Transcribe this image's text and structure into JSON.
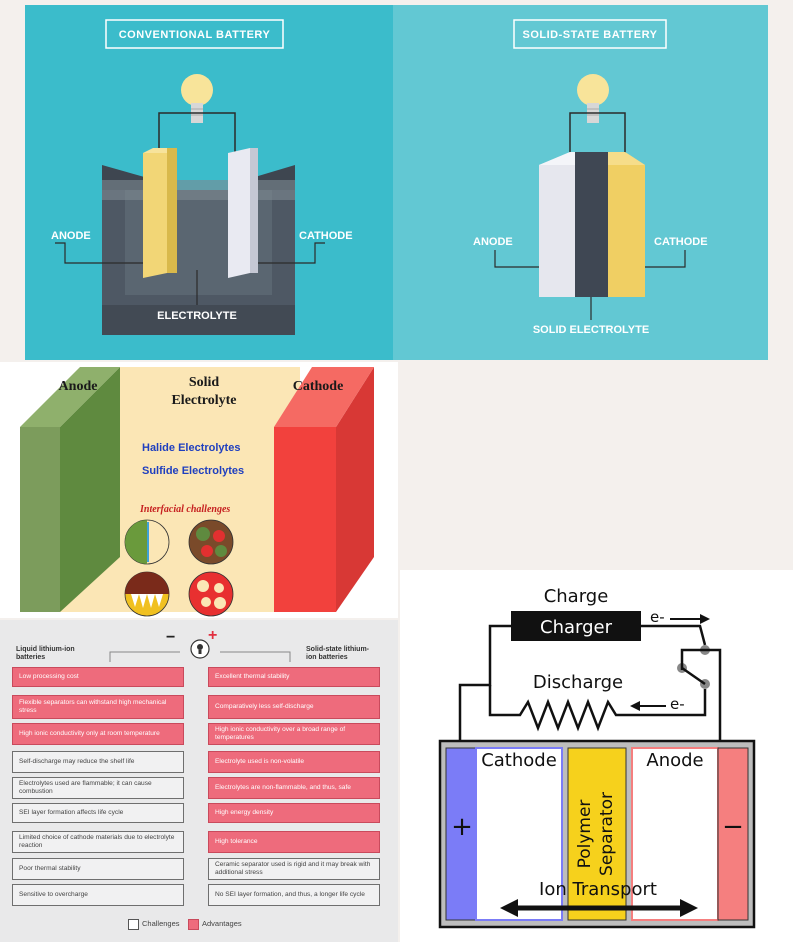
{
  "conventional": {
    "title": "CONVENTIONAL BATTERY",
    "anode": "ANODE",
    "cathode": "CATHODE",
    "electrolyte": "ELECTROLYTE"
  },
  "solid_state": {
    "title": "SOLID-STATE BATTERY",
    "anode": "ANODE",
    "cathode": "CATHODE",
    "electrolyte": "SOLID ELECTROLYTE"
  },
  "interface": {
    "anode": "Anode",
    "solid": "Solid",
    "electrolyte": "Electrolyte",
    "cathode": "Cathode",
    "halide": "Halide Electrolytes",
    "sulfide": "Sulfide Electrolytes",
    "challenges": "Interfacial challenges"
  },
  "comparison": {
    "left_header_1": "Liquid lithium-ion",
    "left_header_2": "batteries",
    "right_header_1": "Solid-state lithium-",
    "right_header_2": "ion batteries",
    "minus": "−",
    "plus": "+",
    "left_rows": [
      {
        "text": "Low processing cost",
        "kind": "adv"
      },
      {
        "text": "Flexible separators can withstand high mechanical stress",
        "kind": "adv"
      },
      {
        "text": "High ionic conductivity only at room temperature",
        "kind": "adv"
      },
      {
        "text": "Self-discharge may reduce the shelf life",
        "kind": "chal"
      },
      {
        "text": "Electrolytes used are flammable; it can cause combustion",
        "kind": "chal"
      },
      {
        "text": "SEI layer formation affects life cycle",
        "kind": "chal"
      },
      {
        "text": "Limited choice of cathode materials due to electrolyte reaction",
        "kind": "chal"
      },
      {
        "text": "Poor thermal stability",
        "kind": "chal"
      },
      {
        "text": "Sensitive to overcharge",
        "kind": "chal"
      }
    ],
    "right_rows": [
      {
        "text": "Excellent thermal stability",
        "kind": "adv"
      },
      {
        "text": "Comparatively less self-discharge",
        "kind": "adv"
      },
      {
        "text": "High ionic conductivity over a broad range of temperatures",
        "kind": "adv"
      },
      {
        "text": "Electrolyte used is non-volatile",
        "kind": "adv"
      },
      {
        "text": "Electrolytes are non-flammable, and thus, safe",
        "kind": "adv"
      },
      {
        "text": "High energy density",
        "kind": "adv"
      },
      {
        "text": "High tolerance",
        "kind": "adv"
      },
      {
        "text": "Ceramic separator used is rigid and it may break with additional stress",
        "kind": "chal"
      },
      {
        "text": "No SEI layer formation, and thus, a longer life cycle",
        "kind": "chal"
      }
    ],
    "legend_challenges": "Challenges",
    "legend_advantages": "Advantages"
  },
  "cell": {
    "charge": "Charge",
    "charger": "Charger",
    "e_top": "e-",
    "discharge": "Discharge",
    "e_bottom": "e-",
    "cathode": "Cathode",
    "anode": "Anode",
    "separator_1": "Polymer",
    "separator_2": "Separator",
    "plus": "+",
    "minus": "−",
    "ion_transport": "Ion Transport"
  },
  "colors": {
    "teal_left": "#3bbccb",
    "teal_right": "#62c8d3",
    "anode_yellow": "#f0d06a",
    "cathode_white": "#e6e7ee",
    "solid_dark": "#3f4753",
    "green": "#6f9a55",
    "red": "#f03a36",
    "cream": "#fbe6b5",
    "adv_pink": "#ee6b7c",
    "separator_yellow": "#f6d11c",
    "cathode_blue": "#7b7cf7",
    "anode_pink": "#f57f7f"
  }
}
